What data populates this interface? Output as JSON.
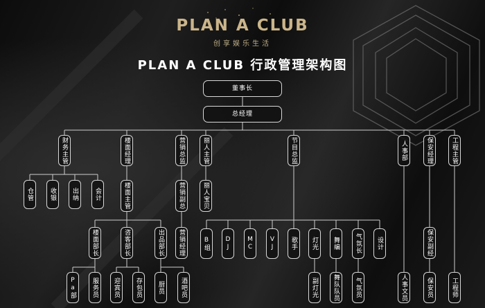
{
  "brand": {
    "logo": "PLAN A CLUB",
    "slogan": "创享娱乐生活"
  },
  "title": "PLAN A CLUB 行政管理架构图",
  "nodes": {
    "chairman": "董事长",
    "gm": "总经理",
    "finance_head": "财务主管",
    "floor_manager": "楼面经理",
    "marketing_director": "营销总监",
    "beauty_head": "丽人主管",
    "program_director": "节目总监",
    "hr": "人事部",
    "security_manager": "保安经理",
    "engineering_head": "工程主管",
    "warehouse": "仓管",
    "cashier": "收银",
    "teller": "出纳",
    "accountant": "会计",
    "floor_supervisor": "楼面主管",
    "marketing_deputy": "营销副总",
    "beauty_treasure": "丽人宝贝",
    "floor_section_head": "楼面部长",
    "guest_section_head": "咨客部长",
    "output_section_head": "出品部长",
    "marketing_manager": "营销经理",
    "b_group": "B组",
    "dj": "DJ",
    "mc": "MC",
    "vj": "VJ",
    "singer": "歌手",
    "lighting": "灯光",
    "choreographer": "舞编",
    "atmosphere_head": "气氛长",
    "design": "设计",
    "security_deputy": "保安副经",
    "pa": "Pa部",
    "waiter": "服务员",
    "greeter": "迎宾员",
    "storage_clerk": "存包员",
    "kitchen": "厨员",
    "bartender": "酒吧员",
    "light_assistant": "副灯光",
    "dance_team": "舞队队员",
    "atmosphere_staff": "气氛员",
    "hr_clerk": "人事文员",
    "guard": "保安员",
    "engineer": "工程师"
  }
}
